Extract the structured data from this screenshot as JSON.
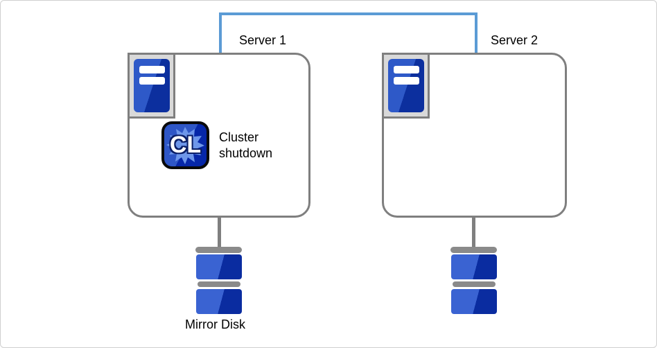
{
  "diagram": {
    "servers": [
      {
        "label": "Server 1"
      },
      {
        "label": "Server 2"
      }
    ],
    "server1_status": "Cluster shutdown",
    "cl_badge_text": "CL",
    "mirror_disk_label": "Mirror Disk",
    "colors": {
      "interconnect_blue": "#5B9BD5",
      "outline_gray": "#7f7f7f",
      "tray_gray": "#d9d9d9",
      "icon_blue_light": "#2e59c8",
      "icon_blue_dark": "#0c2f9e",
      "disk_blue_light": "#3a63d2",
      "disk_blue_dark": "#0a2ca0"
    }
  }
}
